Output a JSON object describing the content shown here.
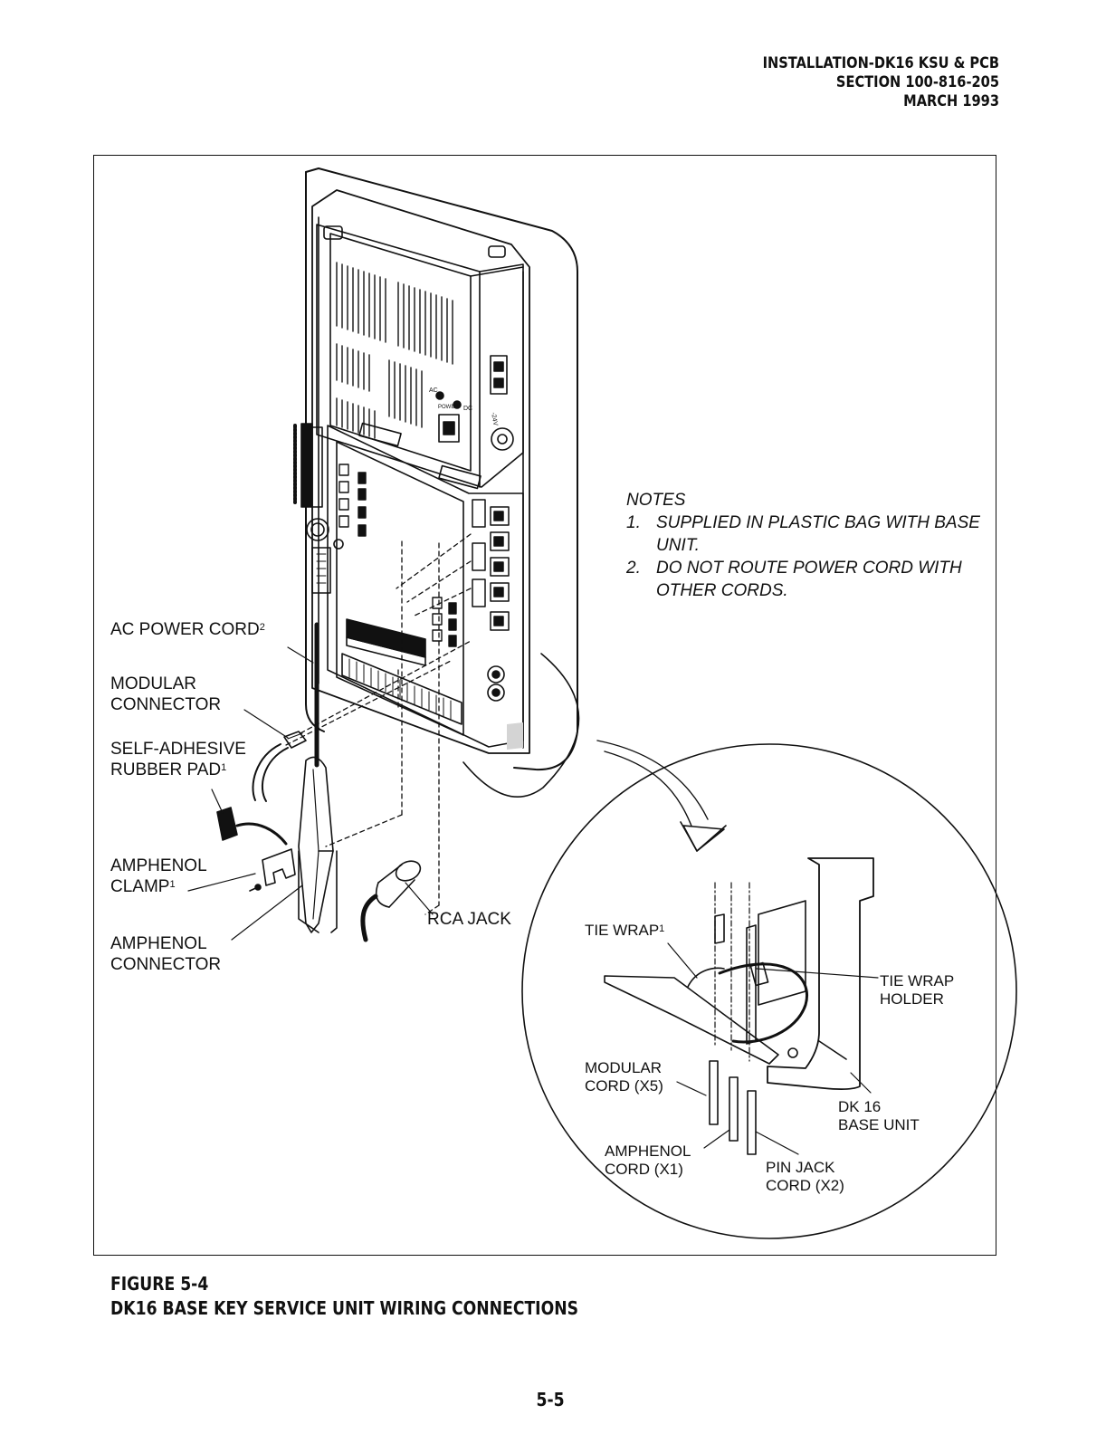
{
  "header": {
    "line1": "INSTALLATION-DK16 KSU & PCB",
    "line2": "SECTION 100-816-205",
    "line3": "MARCH 1993"
  },
  "notes": {
    "title": "NOTES",
    "items": [
      {
        "num": "1.",
        "text": "SUPPLIED IN PLASTIC BAG WITH BASE UNIT."
      },
      {
        "num": "2.",
        "text": "DO NOT ROUTE POWER CORD WITH OTHER CORDS."
      }
    ]
  },
  "labels": {
    "ac_power_cord": "AC POWER CORD",
    "ac_power_cord_sup": "2",
    "modular_connector_1": "MODULAR",
    "modular_connector_2": "CONNECTOR",
    "rubber_pad_1": "SELF-ADHESIVE",
    "rubber_pad_2": "RUBBER PAD",
    "rubber_pad_sup": "1",
    "amphenol_clamp_1": "AMPHENOL",
    "amphenol_clamp_2": "CLAMP",
    "amphenol_clamp_sup": "1",
    "amphenol_connector_1": "AMPHENOL",
    "amphenol_connector_2": "CONNECTOR",
    "rca_jack": "RCA JACK",
    "tie_wrap": "TIE WRAP",
    "tie_wrap_sup": "1",
    "tie_wrap_holder_1": "TIE WRAP",
    "tie_wrap_holder_2": "HOLDER",
    "modular_cord_1": "MODULAR",
    "modular_cord_2": "CORD (X5)",
    "amphenol_cord_1": "AMPHENOL",
    "amphenol_cord_2": "CORD (X1)",
    "pin_jack_cord_1": "PIN JACK",
    "pin_jack_cord_2": "CORD (X2)",
    "base_unit_1": "DK 16",
    "base_unit_2": "BASE UNIT",
    "power_ac": "AC",
    "power_dc": "DC",
    "power_power": "POWER",
    "power_24v": "-24V"
  },
  "caption": {
    "figure": "FIGURE 5-4",
    "title": "DK16 BASE KEY SERVICE UNIT WIRING CONNECTIONS"
  },
  "page_number": "5-5"
}
